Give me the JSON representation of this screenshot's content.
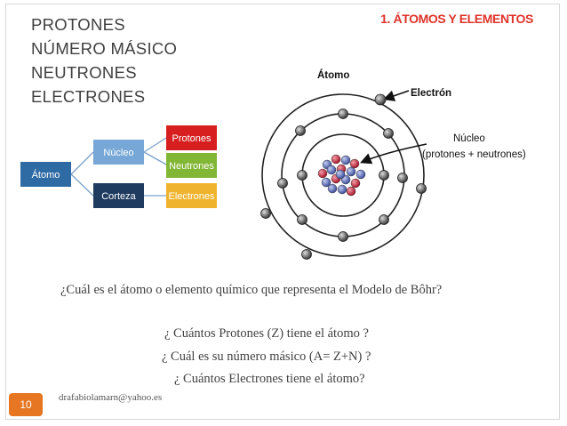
{
  "header": {
    "section_title": "1. ÁTOMOS Y ELEMENTOS",
    "topics": [
      "PROTONES",
      "NÚMERO MÁSICO",
      "NEUTRONES",
      "ELECTRONES"
    ]
  },
  "tree_diagram": {
    "root": "Átomo",
    "branches": [
      "Núcleo",
      "Corteza"
    ],
    "leaves": [
      "Protones",
      "Neutrones",
      "Electrones"
    ],
    "colors": {
      "root": "#2e6aa3",
      "nucleo": "#76a7d6",
      "corteza": "#1f3b60",
      "protones": "#d71f1f",
      "neutrones": "#82b635",
      "electrones": "#f0b32d",
      "connector": "#7aa1c9"
    }
  },
  "atom_diagram": {
    "title": "Átomo",
    "electron_label": "Electrón",
    "nucleus_label_line1": "Núcleo",
    "nucleus_label_line2": "(protones + neutrones)",
    "colors": {
      "proton": "#c0283a",
      "neutron": "#5b6fb8",
      "electron": "#555555",
      "orbit": "#222222"
    }
  },
  "questions": {
    "main": "¿Cuál es el átomo o elemento químico que representa el Modelo de Bôhr?",
    "q1": "¿ Cuántos Protones (Z) tiene el átomo ?",
    "q2": "¿ Cuál es su número másico  (A= Z+N) ?",
    "q3": "¿ Cuántos Electrones tiene el átomo?"
  },
  "footer": {
    "page_number": "10",
    "email": "drafabiolamarn@yahoo.es",
    "page_badge_color": "#e67622"
  }
}
